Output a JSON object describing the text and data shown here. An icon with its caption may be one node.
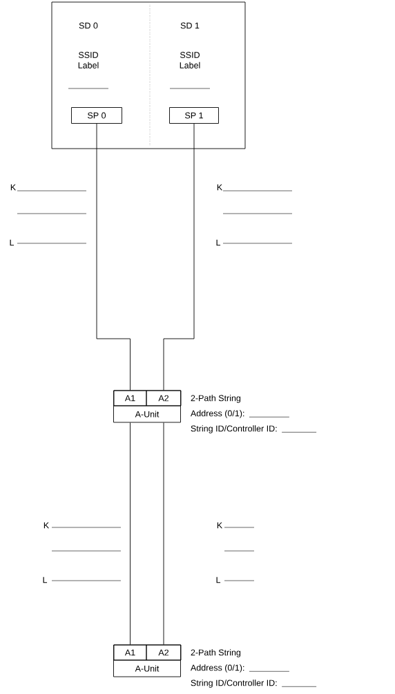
{
  "diagram": {
    "nodes": [
      {
        "text": [
          "SD 0",
          "SSID Label"
        ]
      },
      {
        "text": [
          "SD 1",
          "SSID Label"
        ]
      },
      {
        "text": [
          "SP 0"
        ],
        "in": 0
      },
      {
        "text": [
          "SP 1"
        ],
        "in": 1
      },
      {
        "text": [
          "A-Unit"
        ],
        "beside": [
          "2-Path String",
          "Address (0/1):",
          "String ID/Controller ID:"
        ]
      },
      {
        "text": [
          "A1"
        ],
        "in": 4
      },
      {
        "text": [
          "A2"
        ],
        "in": 4
      },
      {
        "text": [
          "A-Unit"
        ],
        "beside": [
          "2-Path String",
          "Address (0/1):",
          "String ID/Controller ID:"
        ]
      },
      {
        "text": [
          "A1"
        ],
        "in": 7
      },
      {
        "text": [
          "A2"
        ],
        "in": 7
      }
    ],
    "edges": [
      {
        "from": 2,
        "to": 5,
        "arrow": "none"
      },
      {
        "from": 3,
        "to": 6,
        "arrow": "none"
      },
      {
        "from": 4,
        "to": 8,
        "arrow": "none"
      },
      {
        "from": 4,
        "to": 9,
        "arrow": "none"
      }
    ],
    "labels": [
      "K",
      "K",
      "L",
      "L",
      "K",
      "K",
      "L",
      "L"
    ]
  }
}
